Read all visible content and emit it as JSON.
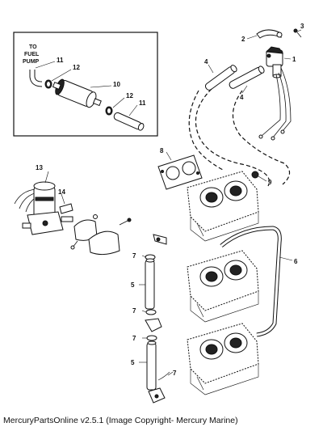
{
  "inset": {
    "label_line1": "TO",
    "label_line2": "FUEL",
    "label_line3": "PUMP"
  },
  "callouts": {
    "c1": "1",
    "c2": "2",
    "c3": "3",
    "c4a": "4",
    "c4b": "4",
    "c5a": "5",
    "c5b": "5",
    "c6": "6",
    "c7a": "7",
    "c7b": "7",
    "c7c": "7",
    "c7d": "7",
    "c8": "8",
    "c9": "9",
    "c10": "10",
    "c11a": "11",
    "c11b": "11",
    "c12a": "12",
    "c12b": "12",
    "c13": "13",
    "c14": "14"
  },
  "footer": {
    "text": "MercuryPartsOnline v2.5.1 (Image Copyright- Mercury Marine)"
  }
}
